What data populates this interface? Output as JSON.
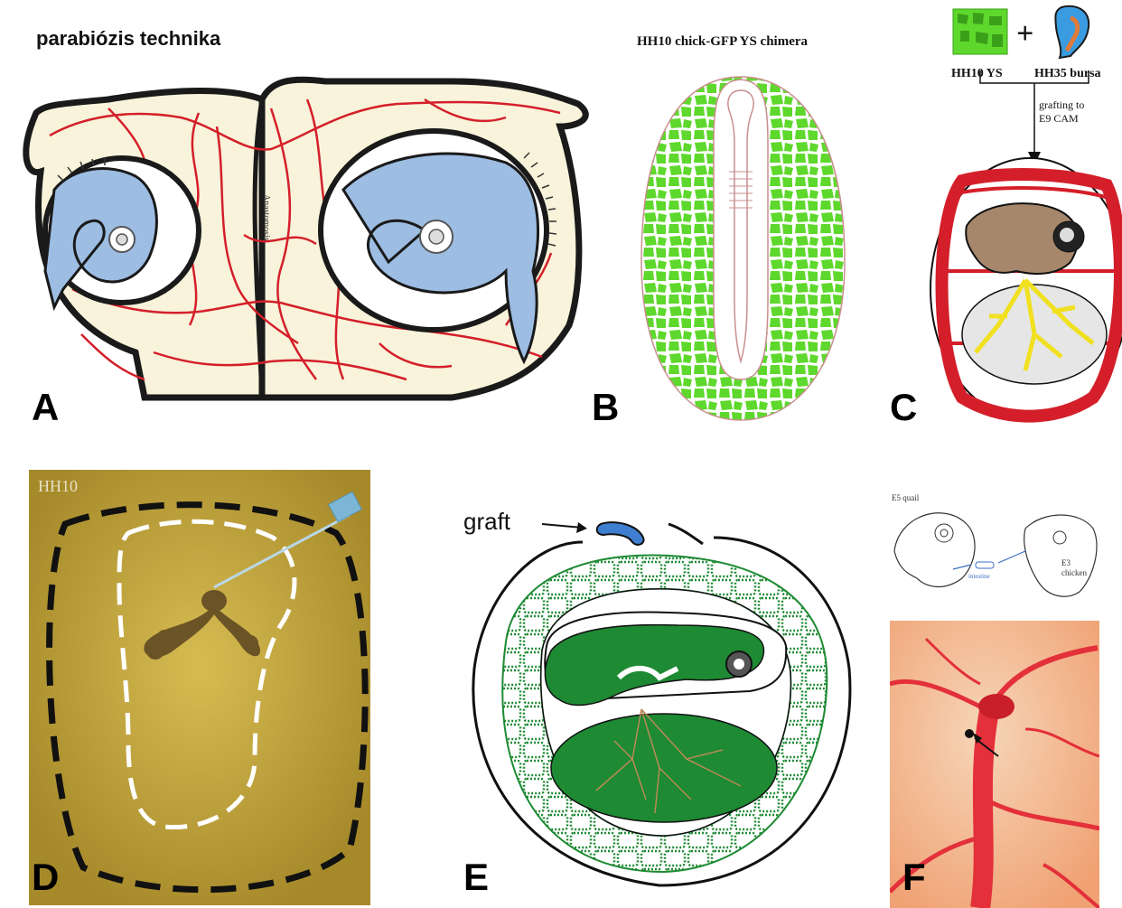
{
  "panels": {
    "a": {
      "letter": "A",
      "title": "parabiózis technika",
      "vessel_label": "Anastomosis"
    },
    "b": {
      "letter": "B",
      "title": "HH10 chick-GFP YS chimera"
    },
    "c": {
      "letter": "C",
      "label_ys": "HH10 YS",
      "label_bursa": "HH35 bursa",
      "plus": "+",
      "grafting_line1": "grafting to",
      "grafting_line2": "E9 CAM"
    },
    "d": {
      "letter": "D",
      "stage": "HH10"
    },
    "e": {
      "letter": "E",
      "graft_label": "graft"
    },
    "f": {
      "letter": "F",
      "donor_label": "E5 quail",
      "intestine_label": "intestine",
      "host_label_line1": "E3",
      "host_label_line2": "chicken"
    }
  },
  "colors": {
    "vessel_red": "#d41f2a",
    "embryo_blue": "#9dbde3",
    "cream": "#f8f3da",
    "gfp_green": "#5ed82c",
    "dark_green": "#1e8a33",
    "photo_yellow": "#c9a93c",
    "cam_orange": "#f2b088"
  }
}
